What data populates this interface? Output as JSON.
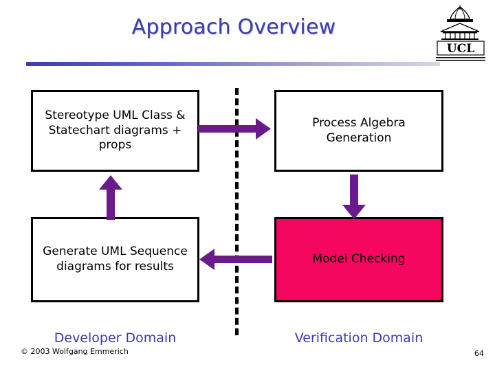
{
  "slide": {
    "title": "Approach Overview",
    "boxes": {
      "stereotype": "Stereotype UML Class & Statechart diagrams + props",
      "generate": "Generate UML Sequence diagrams for results",
      "algebra": "Process Algebra Generation",
      "model_checking": "Model Checking"
    },
    "captions": {
      "developer": "Developer Domain",
      "verification": "Verification Domain"
    },
    "footer": {
      "copyright": "© 2003 Wolfgang Emmerich",
      "page_number": "64"
    },
    "logo": {
      "label": "UCL"
    },
    "colors": {
      "title": "#3b3bb0",
      "arrow": "#6b1a8b",
      "highlight_box": "#f5075f",
      "box_border": "#000000"
    }
  }
}
